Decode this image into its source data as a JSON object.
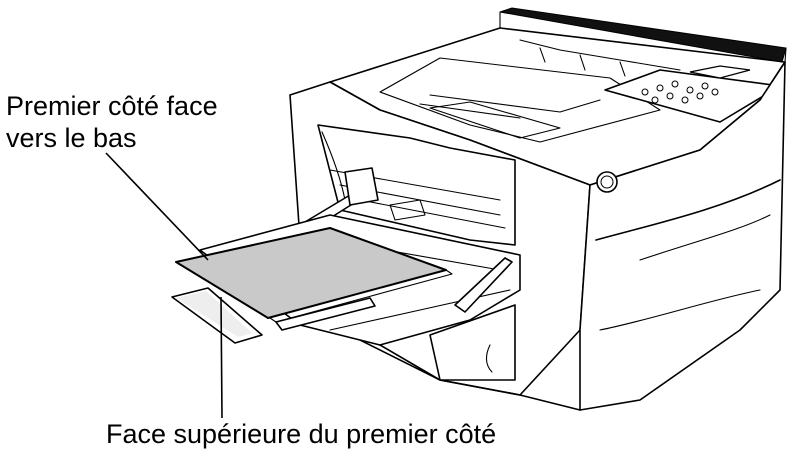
{
  "labels": {
    "top_line1": "Premier côté face",
    "top_line2": "vers le bas",
    "bottom": "Face supérieure du premier côté"
  }
}
